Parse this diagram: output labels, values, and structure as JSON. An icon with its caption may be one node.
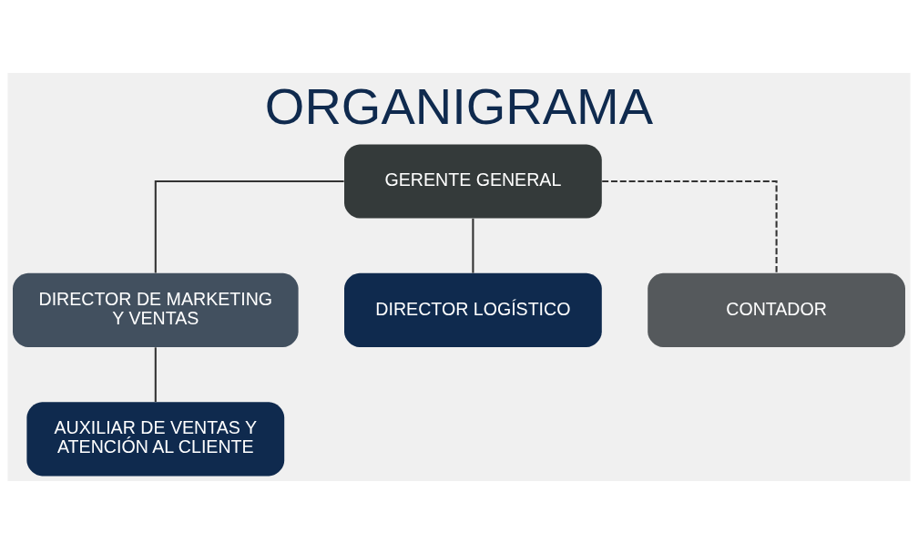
{
  "diagram": {
    "title": "ORGANIGRAMA",
    "nodes": [
      {
        "text": [
          "GERENTE GENERAL"
        ]
      },
      {
        "text": [
          "DIRECTOR DE MARKETING Y VENTAS"
        ]
      },
      {
        "text": [
          "DIRECTOR LOGÍSTICO"
        ]
      },
      {
        "text": [
          "CONTADOR"
        ]
      },
      {
        "text": [
          "AUXILIAR DE VENTAS Y ATENCIÓN AL CLIENTE"
        ]
      }
    ],
    "edges": [
      {
        "from": 0,
        "to": 1,
        "arrow": "none"
      },
      {
        "from": 0,
        "to": 2,
        "arrow": "none"
      },
      {
        "from": 0,
        "to": 3,
        "arrow": "none",
        "style": "dashed"
      },
      {
        "from": 1,
        "to": 4,
        "arrow": "none"
      }
    ]
  }
}
